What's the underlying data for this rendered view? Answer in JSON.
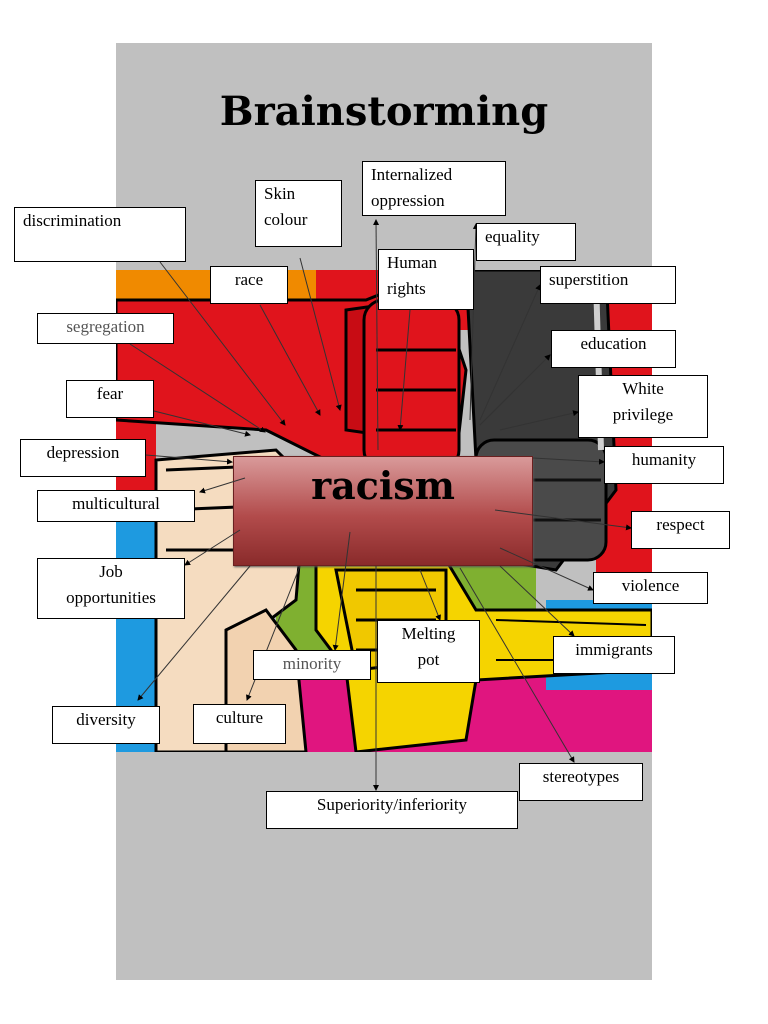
{
  "title": "Brainstorming",
  "center": "racism",
  "labels": {
    "discrimination": "discrimination",
    "skin_colour": "Skin\ncolour",
    "internalized_oppression": "Internalized\noppression",
    "equality": "equality",
    "race": "race",
    "human_rights": "Human\nrights",
    "superstition": "superstition",
    "segregation": "segregation",
    "education": "education",
    "fear": "fear",
    "white_privilege": "White\nprivilege",
    "depression": "depression",
    "humanity": "humanity",
    "multicultural": "multicultural",
    "respect": "respect",
    "job_opportunities": "Job\nopportunities",
    "violence": "violence",
    "melting_pot": "Melting\npot",
    "minority": "minority",
    "immigrants": "immigrants",
    "diversity": "diversity",
    "culture": "culture",
    "stereotypes": "stereotypes",
    "superiority_inferiority": "Superiority/inferiority"
  },
  "colors": {
    "panel": "#c0c0c0",
    "red_fist": "#e0141c",
    "yellow_fist": "#f5d400",
    "black_fist": "#3a3a3a",
    "skin_fist": "#f5dcc0",
    "green": "#7fb030",
    "magenta": "#e0157f",
    "blue": "#1e9ae0",
    "orange": "#f08a00"
  }
}
